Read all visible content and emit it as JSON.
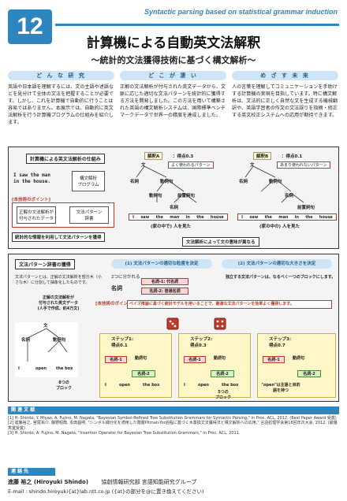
{
  "header": {
    "number": "12",
    "subtitle_en": "Syntactic parsing based on statistical grammar induction",
    "title": "計算機による自動英文法解釈",
    "subtitle": "～統計的文法獲得技術に基づく構文解析～"
  },
  "columns": [
    {
      "heading": "ど ん な 研 究",
      "body": "英語や日本語を理解するには、文の主語や述語などを見分けて全体の文法を把握することが必要です。しかし、これを計算機で自動的に行うことは容易ではありません。本展示では、自動的に英文法解析を行う計算機プログラムの仕組みを紹介します。"
    },
    {
      "heading": "ど こ が 凄 い",
      "body": "正解の文法解析が付与された英文データから、文脈に応じた適切な文法パターンを統計的に獲得する方法を開発しました。この方法を用いて構築された英語の構文解析システムは、国際標準ベンチマークデータで世界一の精度を達成しました。"
    },
    {
      "heading": "め ざ す 未 来",
      "body": "人の言葉を理解してコミュニケーションを手助けする計算機の実現を目指しています。特に構文解析は、文法的に正しく自然な文を生成する機械翻訳や、英語学習者の作文の文法誤りを指摘・修正する英文校正システムへの応用が期待できます。"
    }
  ],
  "diagram1": {
    "panel_title": "計算機による英文法解析の仕組み",
    "input_sentence": "I saw the man\nin the house.",
    "program_label": "構文解析\nプログラム",
    "point_label": "[本技術のポイント]",
    "data_label": "正解の文法解析が\n付与されたデータ",
    "pattern_label": "文法パターン\n辞書",
    "bottom_label": "統計的な情報を利用して文法パターンを獲得",
    "parse_a_title": "解釈A",
    "parse_a_score": "：得点0.3",
    "parse_b_title": "解釈B",
    "parse_b_score": "：得点0.1",
    "freq_label": "よく使われるパターン",
    "rare_label": "あまり使われないパターン",
    "caption_a": "(家の中で) 人を見た",
    "caption_b": "(家の中の) 人を見た",
    "choose_label": "文法解析によって文の意味が異なる",
    "words": [
      "I",
      "saw",
      "the",
      "man",
      "in",
      "the",
      "house"
    ],
    "labels": {
      "s": "文",
      "np": "名詞",
      "vp": "動詞句",
      "vp2": "動詞句",
      "pp": "前置詞句",
      "np2": "名詞"
    }
  },
  "diagram2": {
    "panel_title": "文法パターン辞書の獲得",
    "q1": "(1) 文法パターンの適切な粒度を決定",
    "q2": "(2) 文法パターンの適切な大きさを決定",
    "desc": "文法パターンとは、正解の文法解析を部分木（小さな木）に分割して抽象化したものです。",
    "data_caption": "正解の文法解析が\n付与された英文データ\n(人手で作成、約4万文)",
    "q1_text": "2つに分かれる",
    "q1_items": [
      "名詞-1: 代名詞",
      "名詞-2: 普通名詞"
    ],
    "q2_text": "独立する文法パターンは、なるべく一つのブロックにします。",
    "point2_label": "[本技術のポイント]",
    "point2_text": "ベイズ推論に基づく統計モデルを用いることで、最適な文法パターンを効率よく獲得します。",
    "steps": [
      {
        "label": "ステップ1:",
        "score": "得点0.1"
      },
      {
        "label": "ステップ2:",
        "score": "得点0.3"
      },
      {
        "label": "ステップ3:",
        "score": "得点0.7"
      }
    ],
    "block_caption": "8つの\nブロック",
    "block_caption2": "5つの\nブロック",
    "block_caption3": "\"open\"は主語と目的語を持つ",
    "tree_words": [
      "I",
      "open",
      "the box"
    ]
  },
  "references": {
    "heading": "関 連 文 献",
    "items": [
      "[1] H. Shindo, Y. Miyao, A. Fujino, M. Nagata, \"Bayesian Symbol-Refined Tree Substitution Grammars for Syntactic Parsing,\" in Proc. ACL, 2012. (Best Paper Award 受賞)",
      "[2] 進藤裕之, 宮尾祐介, 藤野昭典, 永田昌明, \"シンボル細分化を適用した階層Pitman-Yor過程に基づく木置換文法獲得法と構文解析への応用,\" 言語処理学会第18回年次大会, 2012. (最優秀賞受賞)",
      "[3] H. Shindo, A. Fujino, M. Nagata, \"Insertion Operator for Bayesian Tree Substitution Grammars,\" in Proc. ACL, 2011."
    ]
  },
  "contact": {
    "heading": "連 絡 先",
    "name": "進藤 裕之 (Hiroyuki Shindo)",
    "affiliation": "協創情報研究部 言語知能研究グループ",
    "email": "E-mail : shindo.hiroyuki{at}lab.ntt.co.jp  ({at}の部分を@に置き換えてください)"
  },
  "colors": {
    "accent": "#2e86c1",
    "highlight": "#c0392b",
    "panel_yellow": "#fff7c8"
  }
}
